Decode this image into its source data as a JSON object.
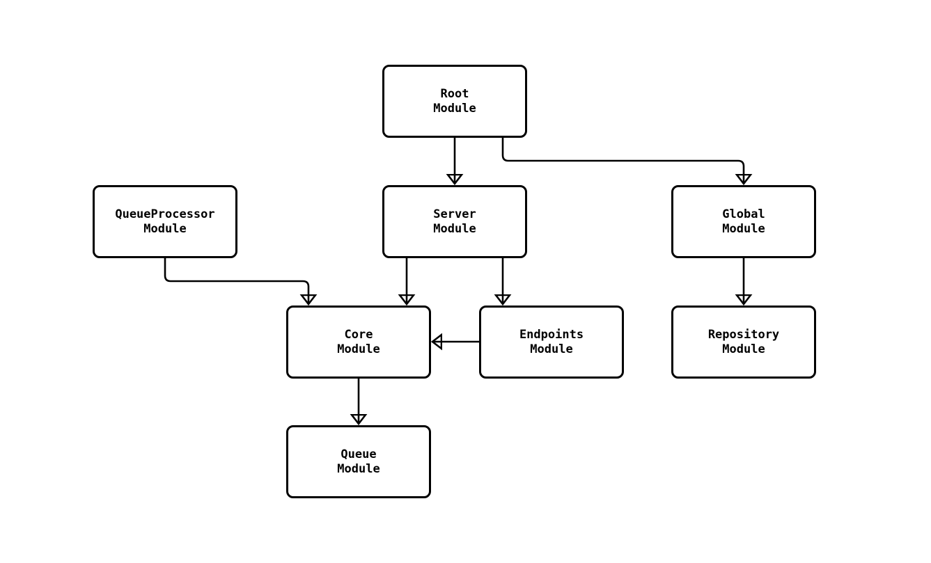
{
  "diagram": {
    "type": "module-dependency-flowchart",
    "background_color": "#ffffff",
    "stroke_color": "#000000",
    "nodes": {
      "root": {
        "line1": "Root",
        "line2": "Module"
      },
      "queueprocessor": {
        "line1": "QueueProcessor",
        "line2": "Module"
      },
      "server": {
        "line1": "Server",
        "line2": "Module"
      },
      "global": {
        "line1": "Global",
        "line2": "Module"
      },
      "core": {
        "line1": "Core",
        "line2": "Module"
      },
      "endpoints": {
        "line1": "Endpoints",
        "line2": "Module"
      },
      "repository": {
        "line1": "Repository",
        "line2": "Module"
      },
      "queue": {
        "line1": "Queue",
        "line2": "Module"
      }
    },
    "edges": [
      {
        "from": "Root Module",
        "to": "Server Module"
      },
      {
        "from": "Root Module",
        "to": "Global Module"
      },
      {
        "from": "QueueProcessor Module",
        "to": "Core Module"
      },
      {
        "from": "Server Module",
        "to": "Core Module"
      },
      {
        "from": "Server Module",
        "to": "Endpoints Module"
      },
      {
        "from": "Endpoints Module",
        "to": "Core Module"
      },
      {
        "from": "Global Module",
        "to": "Repository Module"
      },
      {
        "from": "Core Module",
        "to": "Queue Module"
      }
    ]
  }
}
